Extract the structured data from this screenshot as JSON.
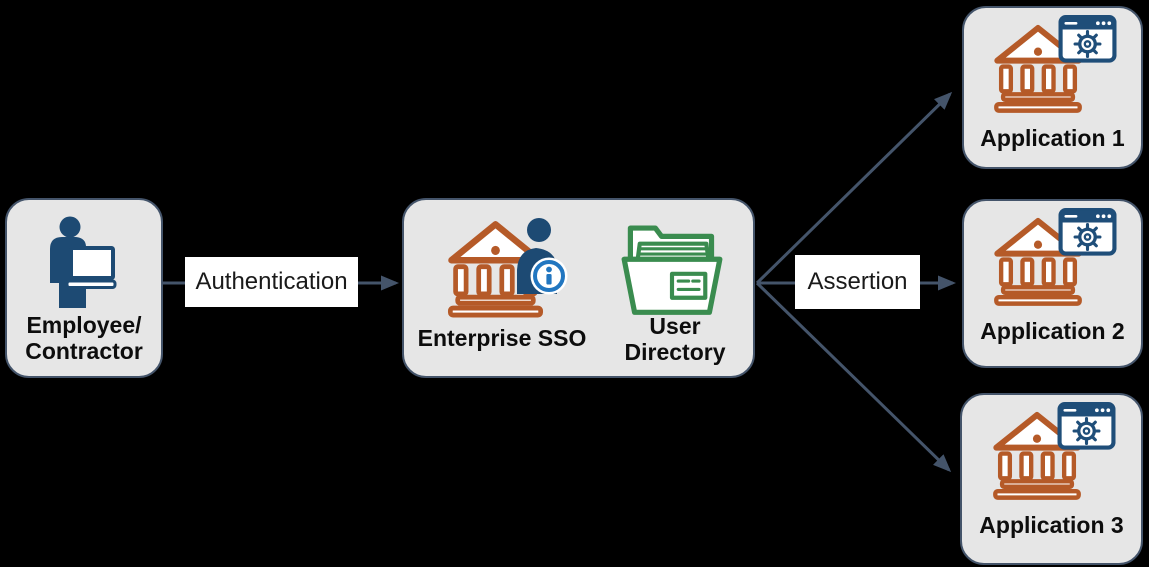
{
  "colors": {
    "background": "#000000",
    "node_fill": "#e6e6e6",
    "node_border": "#44546a",
    "arrow": "#44546a",
    "edge_label_bg": "#ffffff",
    "edge_label_text": "#1a1a1a",
    "caption_text": "#0d0d0d",
    "bank_icon": "#b55a28",
    "person_icon": "#1d4a73",
    "info_icon": "#2176c0",
    "folder_icon": "#3a8c4f",
    "browser_icon": "#1f4e79"
  },
  "nodes": {
    "employee": {
      "label": "Employee/\nContractor",
      "icon": "person-with-laptop-icon"
    },
    "sso": {
      "label": "Enterprise SSO",
      "icon": "bank-with-user-info-icon"
    },
    "directory": {
      "label": "User\nDirectory",
      "icon": "open-folder-documents-icon"
    },
    "app1": {
      "label": "Application 1",
      "icon": "bank-with-browser-gear-icon"
    },
    "app2": {
      "label": "Application 2",
      "icon": "bank-with-browser-gear-icon"
    },
    "app3": {
      "label": "Application 3",
      "icon": "bank-with-browser-gear-icon"
    }
  },
  "edges": {
    "authentication": {
      "label": "Authentication",
      "from": "employee",
      "to": "sso"
    },
    "assertion": {
      "label": "Assertion",
      "from": "sso",
      "to": "app1, app2, app3"
    }
  }
}
